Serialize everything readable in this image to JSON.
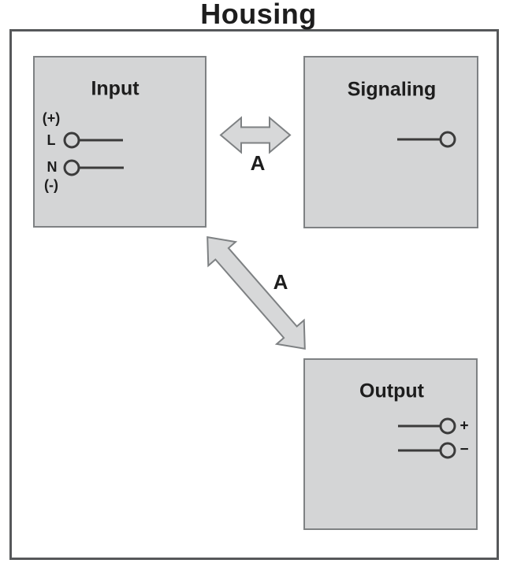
{
  "title": "Housing",
  "blocks": {
    "input": {
      "label": "Input",
      "terminals": {
        "plus_polarity": "(+)",
        "line_wire": "L",
        "neutral_wire": "N",
        "minus_polarity": "(-)"
      }
    },
    "signaling": {
      "label": "Signaling"
    },
    "output": {
      "label": "Output",
      "terminals": {
        "plus": "+",
        "minus": "−"
      }
    }
  },
  "arrows": {
    "input_signaling": {
      "label": "A"
    },
    "input_output": {
      "label": "A"
    }
  },
  "colors": {
    "background": "#ffffff",
    "block_fill": "#d4d5d6",
    "block_border": "#7e8183",
    "outer_border": "#56585a",
    "arrow_fill": "#d7d8d9",
    "line": "#3b3b3b",
    "text": "#1d1d1d"
  }
}
